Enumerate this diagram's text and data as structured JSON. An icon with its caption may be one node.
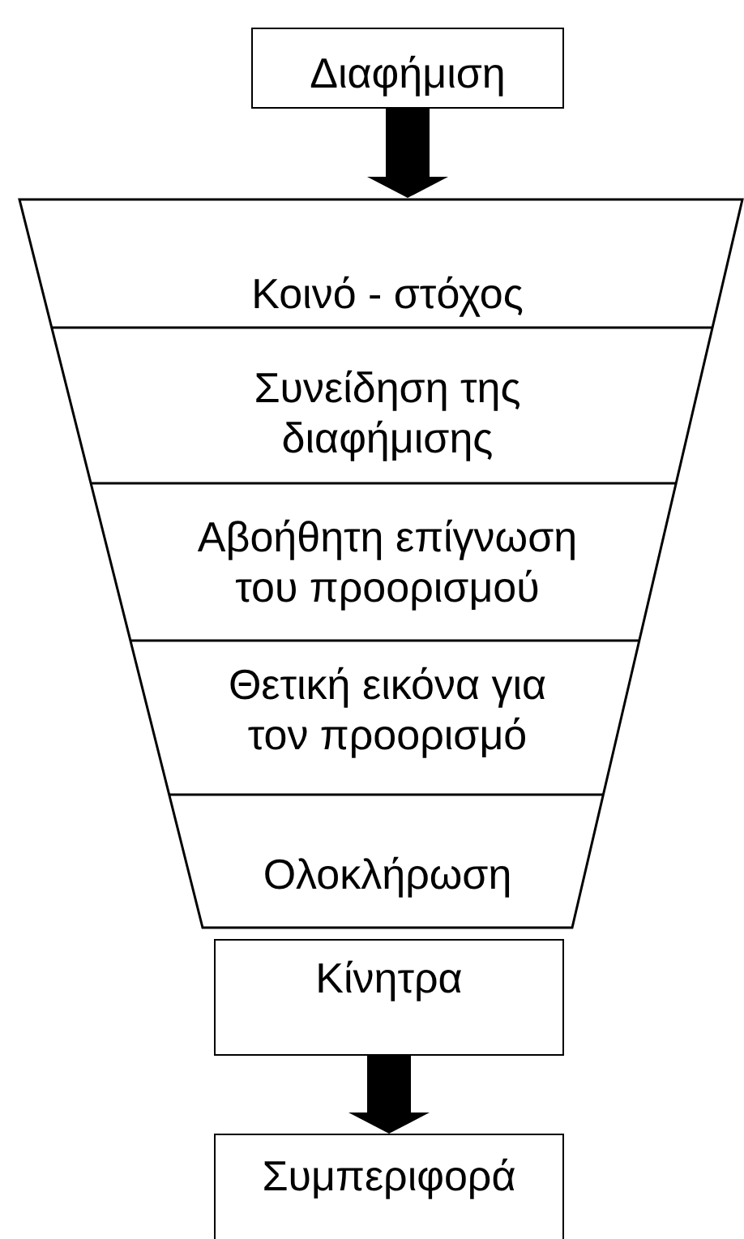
{
  "diagram": {
    "nodes": [
      {
        "text": [
          "Διαφήμιση"
        ]
      },
      {
        "text": [],
        "shape": "trapezoid"
      },
      {
        "text": [
          "Κοινό - στόχος"
        ],
        "in": 1
      },
      {
        "text": [
          "Συνείδηση της διαφήμισης"
        ],
        "in": 1
      },
      {
        "text": [
          "Αβοήθητη επίγνωση του προορισμού"
        ],
        "in": 1
      },
      {
        "text": [
          "Θετική εικόνα για τον προορισμό"
        ],
        "in": 1
      },
      {
        "text": [
          "Ολοκλήρωση"
        ],
        "in": 1
      },
      {
        "text": [
          "Κίνητρα"
        ]
      },
      {
        "text": [
          "Συμπεριφορά"
        ]
      }
    ],
    "edges": [
      {
        "from": 0,
        "to": 1,
        "arrow": "to"
      },
      {
        "from": 7,
        "to": 8,
        "arrow": "to"
      }
    ]
  }
}
